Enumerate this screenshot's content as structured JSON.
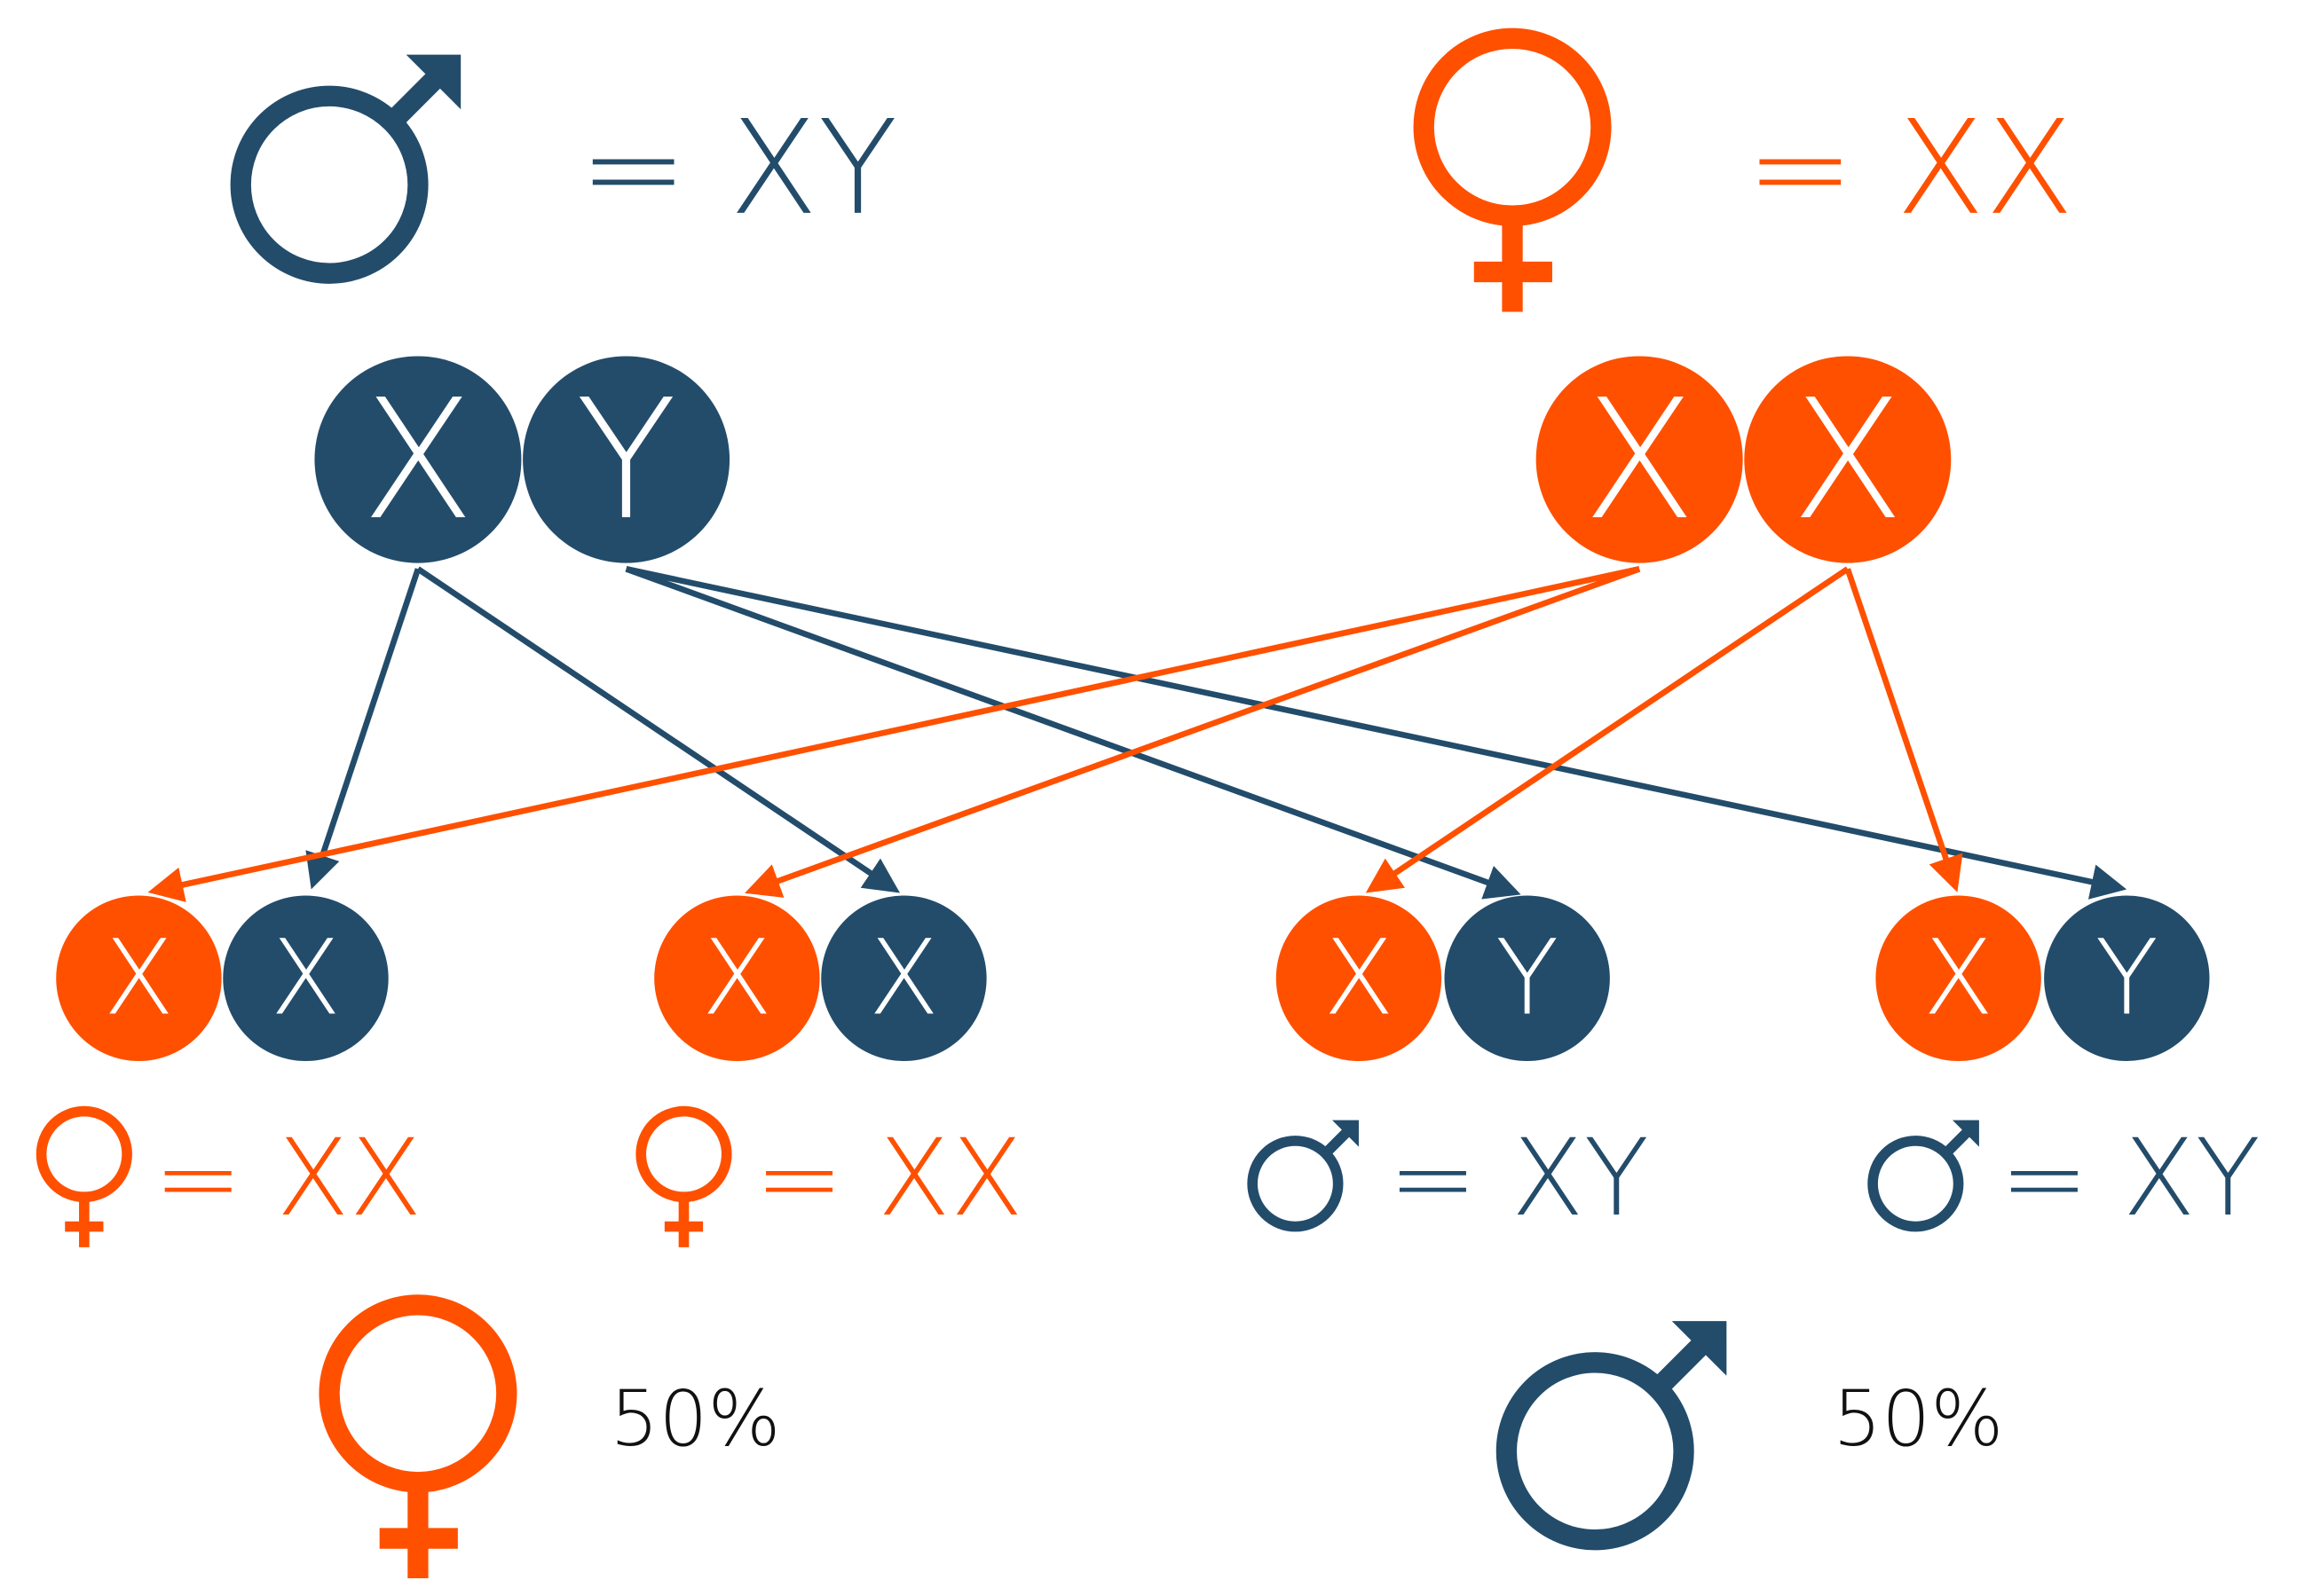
{
  "colors": {
    "male": "#234C6B",
    "female": "#FF5000"
  },
  "legend": {
    "male_eq": "= XY",
    "female_eq": "= XX"
  },
  "parents": {
    "father": [
      "X",
      "Y"
    ],
    "mother": [
      "X",
      "X"
    ]
  },
  "offspring": [
    {
      "chromosomes": [
        "X",
        "X"
      ],
      "sex": "female",
      "label": "= XX"
    },
    {
      "chromosomes": [
        "X",
        "X"
      ],
      "sex": "female",
      "label": "= XX"
    },
    {
      "chromosomes": [
        "X",
        "Y"
      ],
      "sex": "male",
      "label": "= XY"
    },
    {
      "chromosomes": [
        "X",
        "Y"
      ],
      "sex": "male",
      "label": "= XY"
    }
  ],
  "summary": {
    "female_percent": "50%",
    "male_percent": "50%"
  }
}
